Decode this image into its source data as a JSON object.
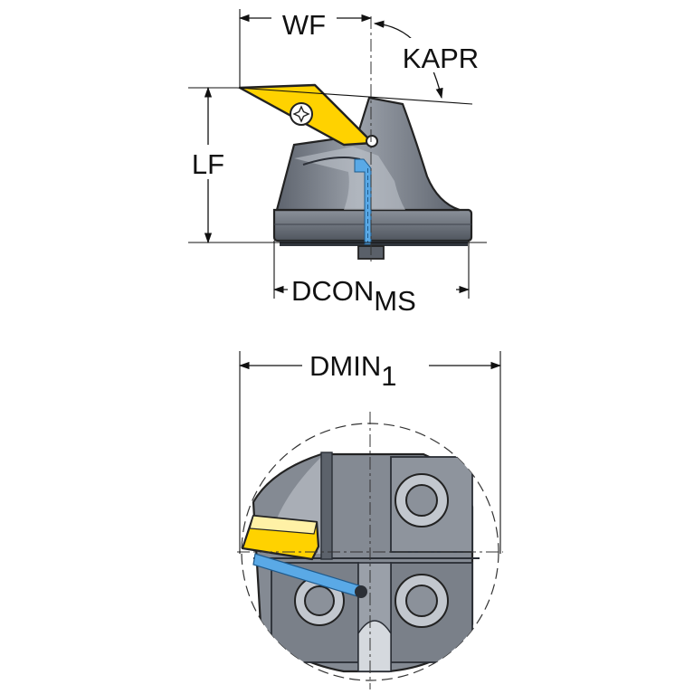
{
  "dimensions": {
    "wf": "WF",
    "kapr": "KAPR",
    "lf": "LF",
    "dcon": "DCON",
    "dcon_sub": "MS",
    "dmin": "DMIN",
    "dmin_sub": "1"
  },
  "colors": {
    "body": "#6f7580",
    "body_light": "#a7adb6",
    "body_dark": "#4b515a",
    "insert": "#ffd200",
    "coolant": "#5aa9e6",
    "outline": "#222222"
  }
}
